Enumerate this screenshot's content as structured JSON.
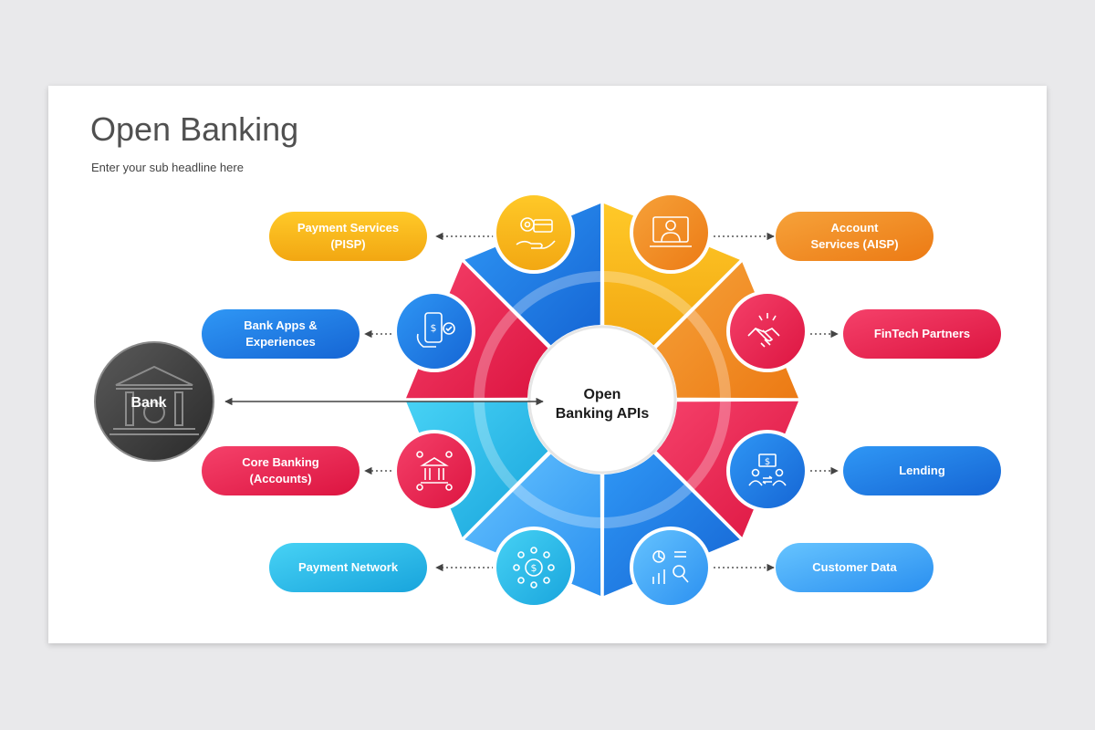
{
  "title": "Open Banking",
  "subtitle": "Enter your sub headline here",
  "center": {
    "line1": "Open",
    "line2": "Banking APIs"
  },
  "bank": {
    "label": "Bank"
  },
  "colors": {
    "yellow": "#f5b41c",
    "orange": "#f08a1c",
    "red": "#e8204e",
    "blue": "#1f7ee8",
    "light_blue": "#2ab8e8",
    "sky_blue": "#45aef5",
    "bank_gray": "#3c3c3c"
  },
  "items": [
    {
      "id": "pisp",
      "line1": "Payment Services",
      "line2": "(PISP)",
      "color": "#f5b41c",
      "icon": "payment-service-icon"
    },
    {
      "id": "aisp",
      "line1": "Account",
      "line2": "Services (AISP)",
      "color": "#f08a1c",
      "icon": "account-user-icon"
    },
    {
      "id": "fintech",
      "line1": "FinTech Partners",
      "line2": "",
      "color": "#e8204e",
      "icon": "handshake-icon"
    },
    {
      "id": "lending",
      "line1": "Lending",
      "line2": "",
      "color": "#1f7ee8",
      "icon": "lending-icon"
    },
    {
      "id": "customer_data",
      "line1": "Customer Data",
      "line2": "",
      "color": "#45aef5",
      "icon": "customer-data-icon"
    },
    {
      "id": "payment_network",
      "line1": "Payment Network",
      "line2": "",
      "color": "#2ab8e8",
      "icon": "payment-network-icon"
    },
    {
      "id": "core_banking",
      "line1": "Core Banking",
      "line2": "(Accounts)",
      "color": "#e8204e",
      "icon": "bank-building-icon"
    },
    {
      "id": "bank_apps",
      "line1": "Bank Apps &",
      "line2": "Experiences",
      "color": "#1f7ee8",
      "icon": "mobile-payment-icon"
    }
  ]
}
